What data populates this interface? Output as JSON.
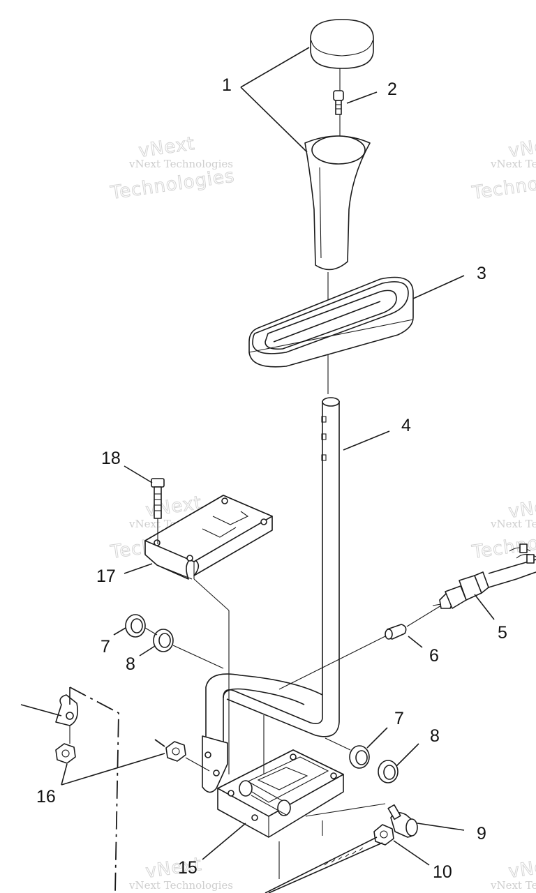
{
  "callouts": [
    {
      "id": "c1",
      "text": "1"
    },
    {
      "id": "c2",
      "text": "2"
    },
    {
      "id": "c3",
      "text": "3"
    },
    {
      "id": "c4",
      "text": "4"
    },
    {
      "id": "c5",
      "text": "5"
    },
    {
      "id": "c6",
      "text": "6"
    },
    {
      "id": "c7a",
      "text": "7"
    },
    {
      "id": "c8a",
      "text": "8"
    },
    {
      "id": "c7b",
      "text": "7"
    },
    {
      "id": "c8b",
      "text": "8"
    },
    {
      "id": "c9",
      "text": "9"
    },
    {
      "id": "c10",
      "text": "10"
    },
    {
      "id": "c15",
      "text": "15"
    },
    {
      "id": "c16",
      "text": "16"
    },
    {
      "id": "c17",
      "text": "17"
    },
    {
      "id": "c18",
      "text": "18"
    }
  ],
  "watermark": {
    "line1": "vNext",
    "line2": "vNext Technologies",
    "line3": "Technologies"
  },
  "colors": {
    "ink": "#1a1a1a",
    "watermark": "#c9c9c9",
    "background": "#ffffff"
  }
}
